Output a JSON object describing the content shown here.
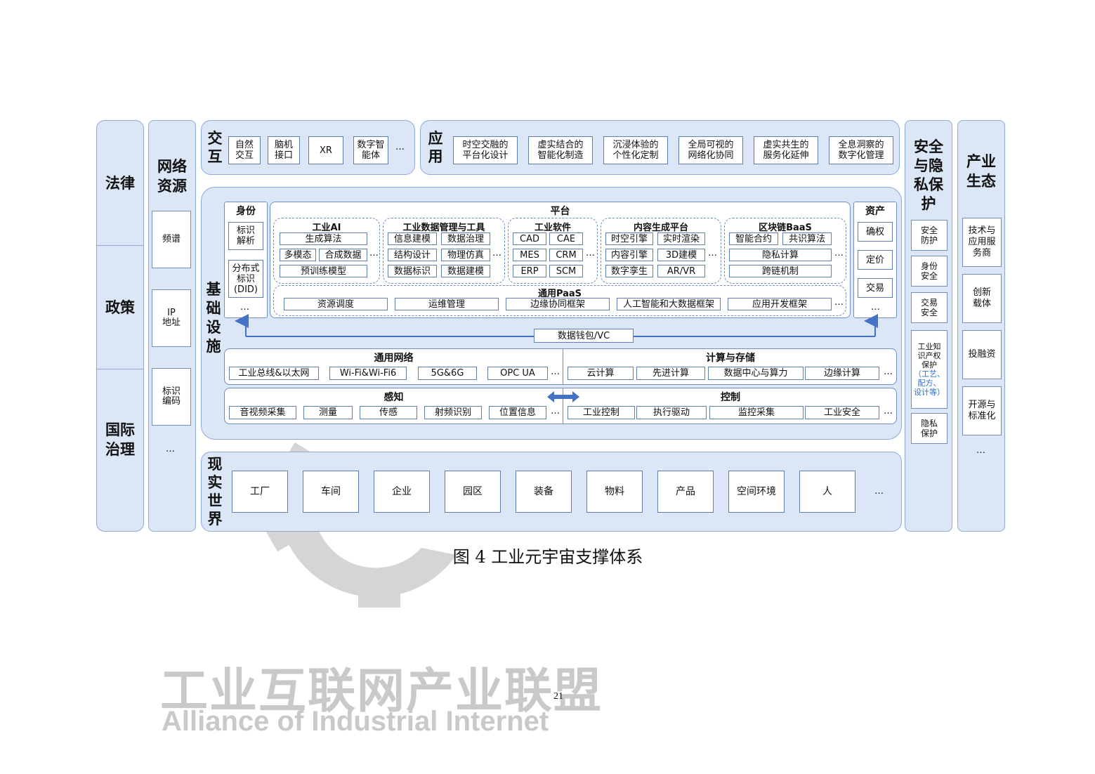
{
  "left_column": [
    "法律",
    "政策",
    "国际\n治理"
  ],
  "network_resources": {
    "title": "网络\n资源",
    "items": [
      "频谱",
      "IP\n地址",
      "标识\n编码"
    ],
    "more": "…"
  },
  "interaction": {
    "title": "交\n互",
    "items": [
      "自然\n交互",
      "脑机\n接口",
      "XR",
      "数字智\n能体"
    ],
    "more": "…"
  },
  "application": {
    "title": "应\n用",
    "items": [
      "时空交融的\n平台化设计",
      "虚实结合的\n智能化制造",
      "沉浸体验的\n个性化定制",
      "全局可视的\n网络化协同",
      "虚实共生的\n服务化延伸",
      "全息洞察的\n数字化管理"
    ]
  },
  "infrastructure": {
    "title": "基\n础\n设\n施",
    "identity": {
      "title": "身份",
      "items": [
        "标识\n解析",
        "分布式\n标识\n(DID)"
      ],
      "more": "…"
    },
    "platform": {
      "title": "平台",
      "industrial_ai": {
        "title": "工业AI",
        "items": [
          "生成算法",
          "多模态",
          "合成数据",
          "预训练模型"
        ],
        "more": "…"
      },
      "data_mgmt": {
        "title": "工业数据管理与工具",
        "items": [
          "信息建模",
          "数据治理",
          "结构设计",
          "物理仿真",
          "数据标识",
          "数据建模"
        ],
        "more": "…"
      },
      "software": {
        "title": "工业软件",
        "items": [
          "CAD",
          "CAE",
          "MES",
          "CRM",
          "ERP",
          "SCM"
        ],
        "more": "…"
      },
      "content": {
        "title": "内容生成平台",
        "items": [
          "时空引擎",
          "实时渲染",
          "内容引擎",
          "3D建模",
          "数字孪生",
          "AR/VR"
        ],
        "more": "…"
      },
      "blockchain": {
        "title": "区块链BaaS",
        "items": [
          "智能合约",
          "共识算法",
          "隐私计算",
          "跨链机制"
        ],
        "more": "…"
      },
      "paas": {
        "title": "通用PaaS",
        "items": [
          "资源调度",
          "运维管理",
          "边缘协同框架",
          "人工智能和大数据框架",
          "应用开发框架"
        ],
        "more": "…"
      }
    },
    "assets": {
      "title": "资产",
      "items": [
        "确权",
        "定价",
        "交易"
      ],
      "more": "…"
    },
    "wallet": "数据钱包/VC",
    "network": {
      "title": "通用网络",
      "items": [
        "工业总线&以太网",
        "Wi-Fi&Wi-Fi6",
        "5G&6G",
        "OPC UA"
      ],
      "more": "…"
    },
    "compute": {
      "title": "计算与存储",
      "items": [
        "云计算",
        "先进计算",
        "数据中心与算力",
        "边缘计算"
      ],
      "more": "…"
    },
    "sensing": {
      "title": "感知",
      "items": [
        "音视频采集",
        "测量",
        "传感",
        "射频识别",
        "位置信息"
      ],
      "more": "…"
    },
    "control": {
      "title": "控制",
      "items": [
        "工业控制",
        "执行驱动",
        "监控采集",
        "工业安全"
      ],
      "more": "…"
    }
  },
  "real_world": {
    "title": "现\n实\n世\n界",
    "items": [
      "工厂",
      "车间",
      "企业",
      "园区",
      "装备",
      "物料",
      "产品",
      "空间环境",
      "人"
    ],
    "more": "…"
  },
  "security": {
    "title": "安全\n与隐\n私保\n护",
    "items": [
      "安全\n防护",
      "身份\n安全",
      "交易\n安全",
      "工业知\n识产权\n保护",
      "隐私\n保护"
    ],
    "ip_note": "（工艺、\n配方、\n设计等）"
  },
  "ecosystem": {
    "title": "产业\n生态",
    "items": [
      "技术与\n应用服\n务商",
      "创新\n载体",
      "投融资",
      "开源与\n标准化"
    ],
    "more": "…"
  },
  "caption": "图 4 工业元宇宙支撑体系",
  "page_number": "21",
  "watermark": {
    "cn": "工业互联网产业联盟",
    "en": "Alliance of Industrial Internet"
  },
  "colors": {
    "panel_fill": "#dbe6f6",
    "panel_border": "#8eaad6",
    "box_border": "#5d7fb8",
    "arrow": "#4472c4"
  }
}
